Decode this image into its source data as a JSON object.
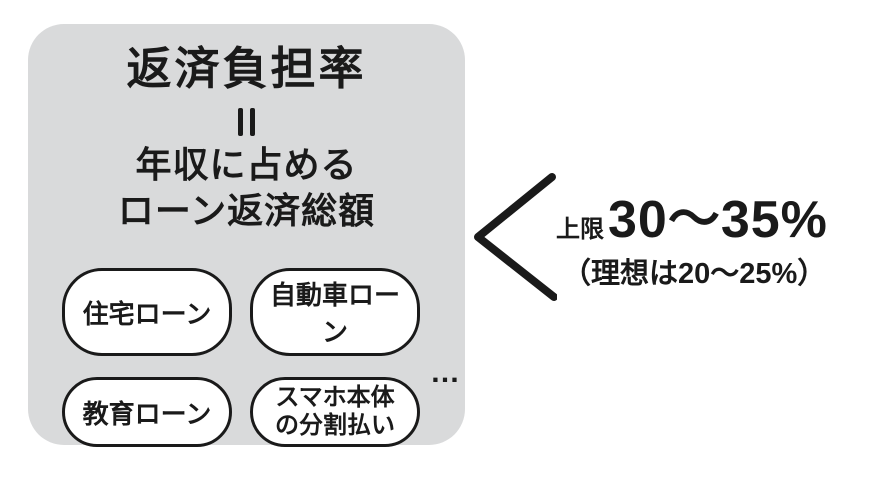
{
  "panel": {
    "title": "返済負担率",
    "equals_symbol": "‖",
    "formula": {
      "line1": "年収に占める",
      "line2": "ローン返済総額"
    },
    "loan_items": [
      {
        "label": "住宅ローン"
      },
      {
        "label": "自動車ローン"
      },
      {
        "label": "教育ローン"
      },
      {
        "label": "スマホ本体",
        "label2": "の分割払い"
      }
    ],
    "ellipsis": "…"
  },
  "annotation": {
    "limit_label": "上限",
    "limit_value": "30～35%",
    "ideal_note": "（理想は20～25%）"
  },
  "icons": {
    "equals": "double-bar-equals-icon",
    "bracket": "angle-bracket-left-icon"
  },
  "colors": {
    "text": "#1a1a1a",
    "panel_bg": "#d9dadb",
    "pill_bg": "#ffffff",
    "pill_border": "#1a1a1a",
    "canvas_bg": "#ffffff"
  }
}
